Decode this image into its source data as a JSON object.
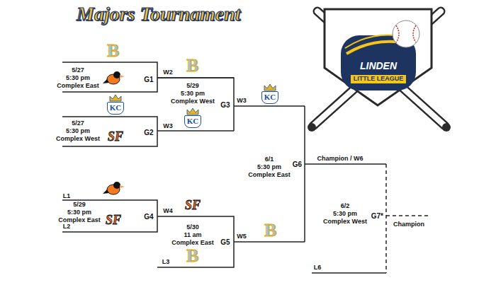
{
  "diagram": {
    "title": "Majors Tournament",
    "nodes": [
      {
        "text": [
          "LINDEN",
          "LITTLE LEAGUE"
        ]
      }
    ],
    "labels": [
      "B",
      "5/27",
      "5:30 pm",
      "Complex East",
      "G1",
      "W2",
      "B",
      "5/29",
      "5:30 pm",
      "Complex West",
      "G3",
      "W3",
      "KC",
      "KC",
      "5/27",
      "5:30 pm",
      "Complex West",
      "SF",
      "G2",
      "W3",
      "KC",
      "6/1",
      "5:30 pm",
      "Complex East",
      "G6",
      "Champion / W6",
      "L1",
      "5/29",
      "5:30 pm",
      "Complex East",
      "SF",
      "L2",
      "G4",
      "W4",
      "SF",
      "5/30",
      "11 am",
      "Complex East",
      "G5",
      "W5",
      "B",
      "6/2",
      "5:30 pm",
      "Complex West",
      "G7*",
      "Champion",
      "L3",
      "B",
      "L6"
    ]
  }
}
